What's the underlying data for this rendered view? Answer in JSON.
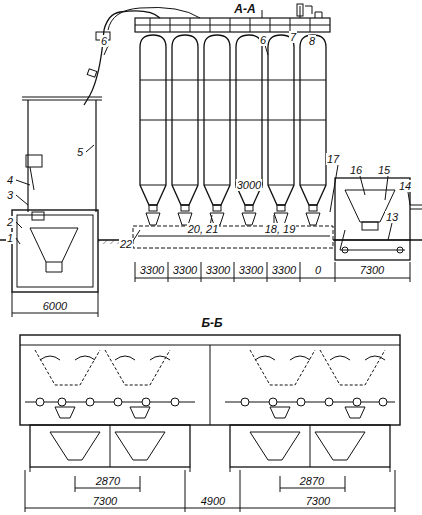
{
  "diagram": {
    "labels": [
      "А-А",
      "6",
      "6",
      "7",
      "8",
      "5",
      "4",
      "3",
      "2",
      "1",
      "3000",
      "20, 21",
      "18, 19",
      "17",
      "16",
      "15",
      "14",
      "13",
      "22",
      "3300",
      "3300",
      "3300",
      "3300",
      "3300",
      "0",
      "7300",
      "6000",
      "Б-Б",
      "2870",
      "7300",
      "4900",
      "2870",
      "7300"
    ]
  }
}
